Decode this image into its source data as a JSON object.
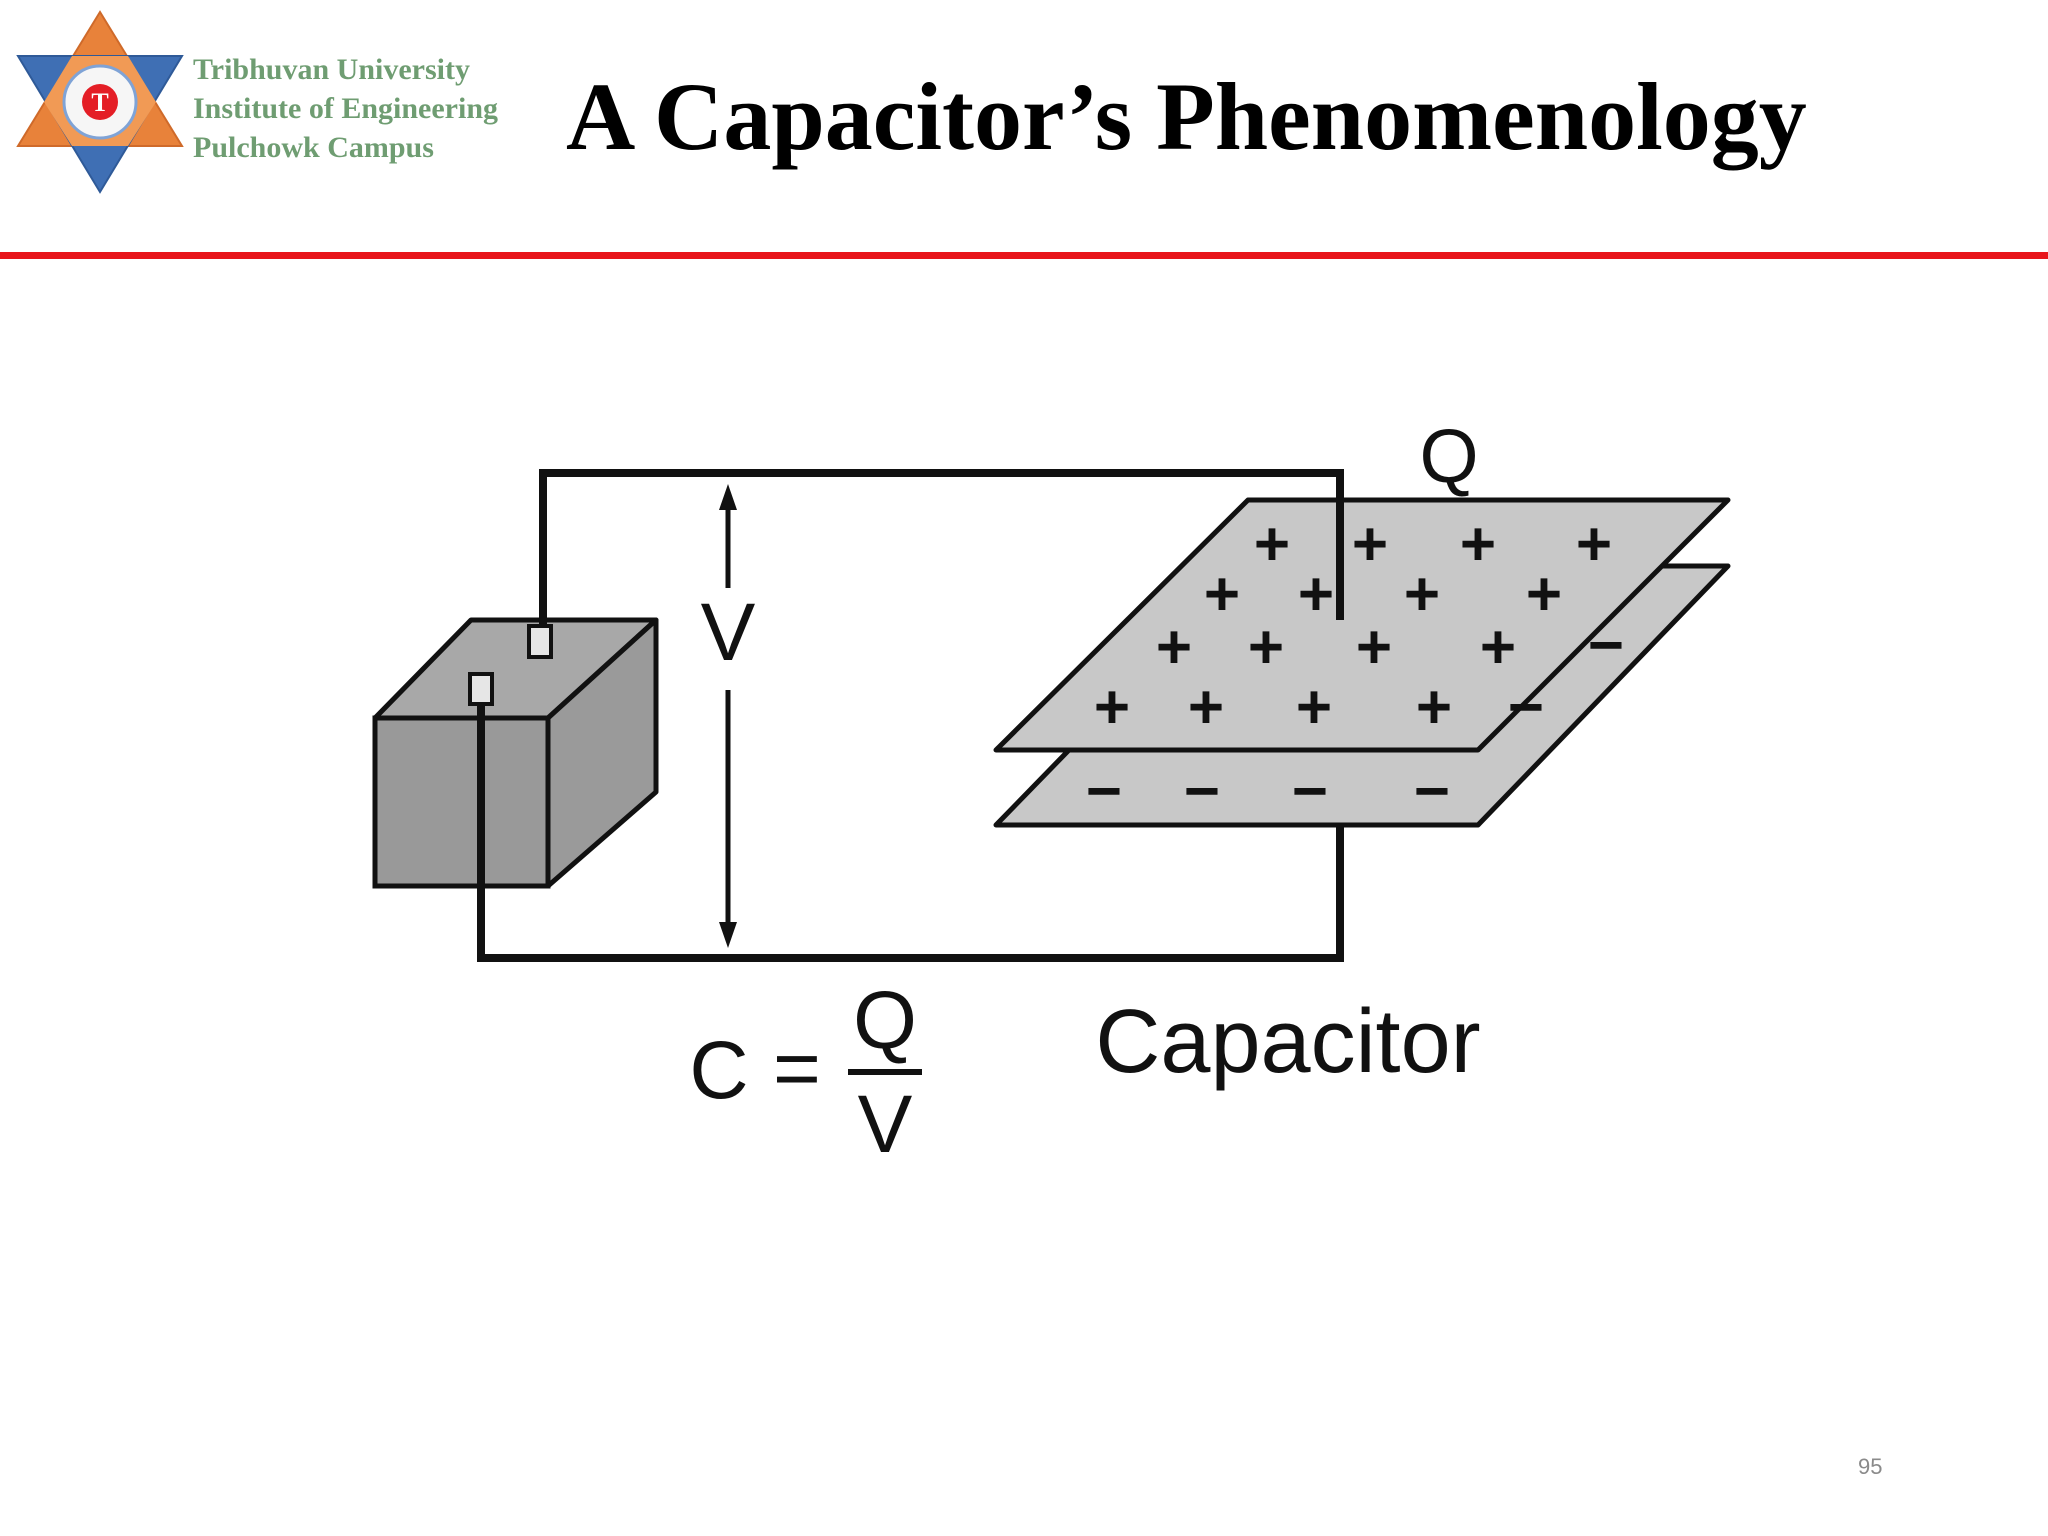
{
  "header": {
    "institution_lines": [
      "Tribhuvan University",
      "Institute of Engineering",
      "Pulchowk Campus"
    ],
    "logo": {
      "name": "tribhuvan-university-emblem",
      "center_letter": "T",
      "colors": {
        "outer": "#e8823a",
        "inner": "#3f6fb4",
        "seal": "#e41e26"
      }
    },
    "accent_color": "#e8151b"
  },
  "slide": {
    "title": "A Capacitor’s Phenomenology",
    "page_number": "95"
  },
  "diagram": {
    "charge_label": "Q",
    "voltage_label": "V",
    "component_label": "Capacitor",
    "formula": {
      "lhs": "C",
      "equals": "=",
      "numerator": "Q",
      "denominator": "V"
    },
    "top_plate_charges": [
      "+",
      "+",
      "+",
      "+",
      "+",
      "+",
      "+",
      "+",
      "+",
      "+",
      "+",
      "+",
      "+",
      "+",
      "+",
      "+"
    ],
    "bottom_plate_charges": [
      "−",
      "−",
      "−",
      "−",
      "−",
      "−"
    ],
    "colors": {
      "plate": "#c8c8c8",
      "battery_front": "#999999",
      "battery_top": "#a8a8a8",
      "battery_side": "#9a9a9a",
      "wire": "#111111"
    }
  }
}
